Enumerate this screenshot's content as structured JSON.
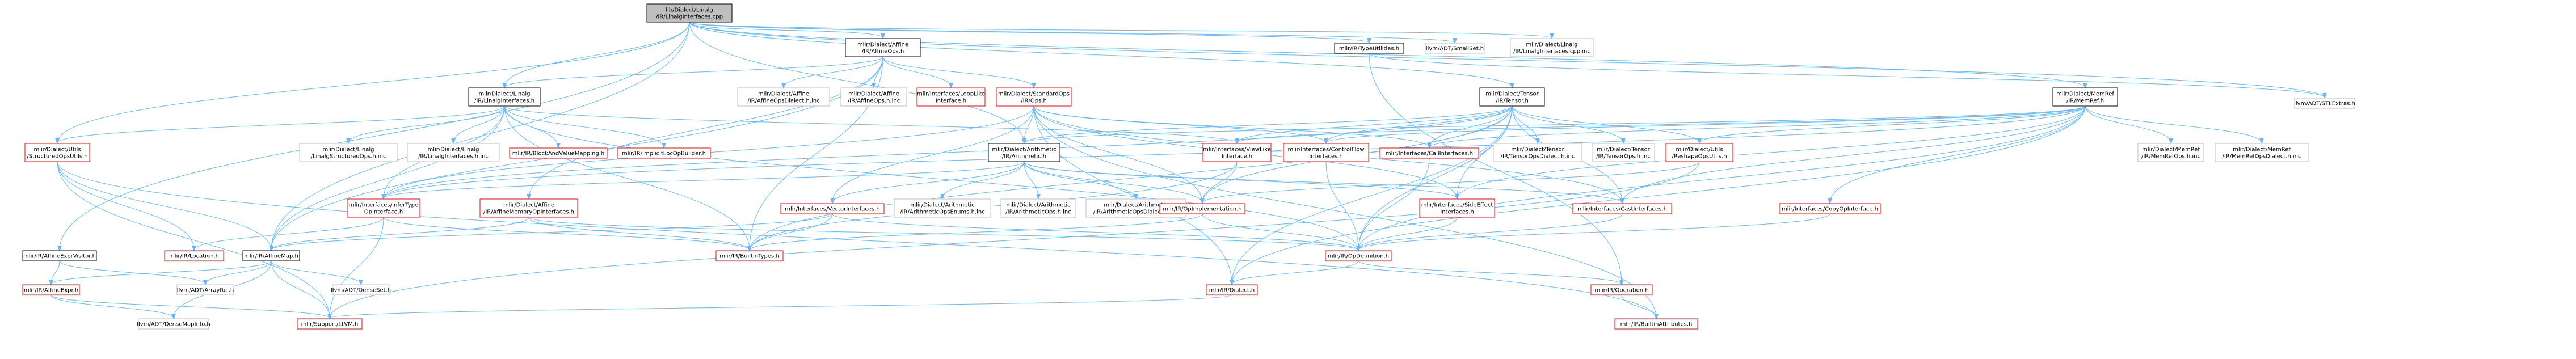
{
  "diagram": {
    "title": "mlir/Dialect/Linalg/IR/LinalgInterfaces.cpp include dependency graph",
    "colors": {
      "edge": "#63b8ff",
      "root_fill": "#bfbfbf",
      "bad_border": "#ff0000",
      "ext_border": "#bfbfbf"
    },
    "nodes": [
      {
        "id": "root",
        "kind": "root",
        "lines": [
          "lib/Dialect/Linalg",
          "/IR/LinalgInterfaces.cpp"
        ]
      },
      {
        "id": "affineops",
        "kind": "linked",
        "lines": [
          "mlir/Dialect/Affine",
          "/IR/AffineOps.h"
        ]
      },
      {
        "id": "typeutil",
        "kind": "linked",
        "lines": [
          "mlir/IR/TypeUtilities.h"
        ]
      },
      {
        "id": "smallset",
        "kind": "ext",
        "lines": [
          "llvm/ADT/SmallSet.h"
        ]
      },
      {
        "id": "lic_inc",
        "kind": "ext",
        "lines": [
          "mlir/Dialect/Linalg",
          "/IR/LinalgInterfaces.cpp.inc"
        ]
      },
      {
        "id": "tensor",
        "kind": "linked",
        "lines": [
          "mlir/Dialect/Tensor",
          "/IR/Tensor.h"
        ]
      },
      {
        "id": "memref",
        "kind": "linked",
        "lines": [
          "mlir/Dialect/MemRef",
          "/IR/MemRef.h"
        ]
      },
      {
        "id": "stlextras",
        "kind": "ext",
        "lines": [
          "llvm/ADT/STLExtras.h"
        ]
      },
      {
        "id": "utils",
        "kind": "bad",
        "lines": [
          "mlir/Dialect/Utils",
          "/StructuredOpsUtils.h"
        ]
      },
      {
        "id": "linalgif",
        "kind": "linked",
        "lines": [
          "mlir/Dialect/Linalg",
          "/IR/LinalgInterfaces.h"
        ]
      },
      {
        "id": "affdial_inc",
        "kind": "ext",
        "lines": [
          "mlir/Dialect/Affine",
          "/IR/AffineOpsDialect.h.inc"
        ]
      },
      {
        "id": "affops_inc",
        "kind": "ext",
        "lines": [
          "mlir/Dialect/Affine",
          "/IR/AffineOps.h.inc"
        ]
      },
      {
        "id": "looplike",
        "kind": "bad",
        "lines": [
          "mlir/Interfaces/LoopLike",
          "Interface.h"
        ]
      },
      {
        "id": "stdops",
        "kind": "bad",
        "lines": [
          "mlir/Dialect/StandardOps",
          "/IR/Ops.h"
        ]
      },
      {
        "id": "linstruct_inc",
        "kind": "ext",
        "lines": [
          "mlir/Dialect/Linalg",
          "/LinalgStructuredOps.h.inc"
        ]
      },
      {
        "id": "linif_inc",
        "kind": "ext",
        "lines": [
          "mlir/Dialect/Linalg",
          "/IR/LinalgInterfaces.h.inc"
        ]
      },
      {
        "id": "blockarg",
        "kind": "bad",
        "lines": [
          "mlir/IR/BlockAndValueMapping.h"
        ]
      },
      {
        "id": "implicitloc",
        "kind": "bad",
        "lines": [
          "mlir/IR/ImplicitLocOpBuilder.h"
        ]
      },
      {
        "id": "arith",
        "kind": "linked",
        "lines": [
          "mlir/Dialect/Arithmetic",
          "/IR/Arithmetic.h"
        ]
      },
      {
        "id": "viewlike",
        "kind": "bad",
        "lines": [
          "mlir/Interfaces/ViewLike",
          "Interface.h"
        ]
      },
      {
        "id": "controlflow",
        "kind": "bad",
        "lines": [
          "mlir/Interfaces/ControlFlow",
          "Interfaces.h"
        ]
      },
      {
        "id": "callif",
        "kind": "bad",
        "lines": [
          "mlir/Interfaces/CallInterfaces.h"
        ]
      },
      {
        "id": "tensorops_inc",
        "kind": "ext",
        "lines": [
          "mlir/Dialect/Tensor",
          "/IR/TensorOpsDialect.h.inc"
        ]
      },
      {
        "id": "tensorops_h_inc",
        "kind": "ext",
        "lines": [
          "mlir/Dialect/Tensor",
          "/IR/TensorOps.h.inc"
        ]
      },
      {
        "id": "reshape",
        "kind": "bad",
        "lines": [
          "mlir/Dialect/Utils",
          "/ReshapeOpsUtils.h"
        ]
      },
      {
        "id": "memrefops_inc",
        "kind": "ext",
        "lines": [
          "mlir/Dialect/MemRef",
          "/IR/MemRefOps.h.inc"
        ]
      },
      {
        "id": "memrefdial_inc",
        "kind": "ext",
        "lines": [
          "mlir/Dialect/MemRef",
          "/IR/MemRefOpsDialect.h.inc"
        ]
      },
      {
        "id": "infertype",
        "kind": "bad",
        "lines": [
          "mlir/Interfaces/InferType",
          "OpInterface.h"
        ]
      },
      {
        "id": "affmem",
        "kind": "bad",
        "lines": [
          "mlir/Dialect/Affine",
          "/IR/AffineMemoryOpInterfaces.h"
        ]
      },
      {
        "id": "vectorif",
        "kind": "bad",
        "lines": [
          "mlir/Interfaces/VectorInterfaces.h"
        ]
      },
      {
        "id": "arithenums_inc",
        "kind": "ext",
        "lines": [
          "mlir/Dialect/Arithmetic",
          "/IR/ArithmeticOpsEnums.h.inc"
        ]
      },
      {
        "id": "arithops_inc",
        "kind": "ext",
        "lines": [
          "mlir/Dialect/Arithmetic",
          "/IR/ArithmeticOps.h.inc"
        ]
      },
      {
        "id": "arithdial_inc",
        "kind": "ext",
        "lines": [
          "mlir/Dialect/Arithmetic",
          "/IR/ArithmeticOpsDialect.h.inc"
        ]
      },
      {
        "id": "opimpl",
        "kind": "bad",
        "lines": [
          "mlir/IR/OpImplementation.h"
        ]
      },
      {
        "id": "sideeffect",
        "kind": "bad",
        "lines": [
          "mlir/Interfaces/SideEffect",
          "Interfaces.h"
        ]
      },
      {
        "id": "castif",
        "kind": "bad",
        "lines": [
          "mlir/Interfaces/CastInterfaces.h"
        ]
      },
      {
        "id": "copyop",
        "kind": "bad",
        "lines": [
          "mlir/Interfaces/CopyOpInterface.h"
        ]
      },
      {
        "id": "affexprvisitor",
        "kind": "linked",
        "lines": [
          "mlir/IR/AffineExprVisitor.h"
        ]
      },
      {
        "id": "location",
        "kind": "bad",
        "lines": [
          "mlir/IR/Location.h"
        ]
      },
      {
        "id": "affmap",
        "kind": "linked",
        "lines": [
          "mlir/IR/AffineMap.h"
        ]
      },
      {
        "id": "builtintypes",
        "kind": "bad",
        "lines": [
          "mlir/IR/BuiltinTypes.h"
        ]
      },
      {
        "id": "opdef",
        "kind": "bad",
        "lines": [
          "mlir/IR/OpDefinition.h"
        ]
      },
      {
        "id": "affexpr",
        "kind": "bad",
        "lines": [
          "mlir/IR/AffineExpr.h"
        ]
      },
      {
        "id": "arrayref",
        "kind": "ext",
        "lines": [
          "llvm/ADT/ArrayRef.h"
        ]
      },
      {
        "id": "denseset",
        "kind": "ext",
        "lines": [
          "llvm/ADT/DenseSet.h"
        ]
      },
      {
        "id": "dialect",
        "kind": "bad",
        "lines": [
          "mlir/IR/Dialect.h"
        ]
      },
      {
        "id": "operation",
        "kind": "bad",
        "lines": [
          "mlir/IR/Operation.h"
        ]
      },
      {
        "id": "densemapinfo",
        "kind": "ext",
        "lines": [
          "llvm/ADT/DenseMapInfo.h"
        ]
      },
      {
        "id": "supportllvm",
        "kind": "bad",
        "lines": [
          "mlir/Support/LLVM.h"
        ]
      },
      {
        "id": "builtinattrs",
        "kind": "bad",
        "lines": [
          "mlir/IR/BuiltinAttributes.h"
        ]
      }
    ],
    "edges": [
      [
        "root",
        "affineops"
      ],
      [
        "root",
        "typeutil"
      ],
      [
        "root",
        "smallset"
      ],
      [
        "root",
        "lic_inc"
      ],
      [
        "root",
        "tensor"
      ],
      [
        "root",
        "memref"
      ],
      [
        "root",
        "arith"
      ],
      [
        "root",
        "utils"
      ],
      [
        "root",
        "linalgif"
      ],
      [
        "root",
        "affmap"
      ],
      [
        "root",
        "affexprvisitor"
      ],
      [
        "root",
        "stlextras"
      ],
      [
        "affineops",
        "linalgif"
      ],
      [
        "affineops",
        "affdial_inc"
      ],
      [
        "affineops",
        "affops_inc"
      ],
      [
        "affineops",
        "looplike"
      ],
      [
        "affineops",
        "stdops"
      ],
      [
        "affineops",
        "affmem"
      ],
      [
        "affineops",
        "builtintypes"
      ],
      [
        "affineops",
        "affmap"
      ],
      [
        "typeutil",
        "stlextras"
      ],
      [
        "typeutil",
        "operation"
      ],
      [
        "tensor",
        "arith"
      ],
      [
        "tensor",
        "viewlike"
      ],
      [
        "tensor",
        "controlflow"
      ],
      [
        "tensor",
        "callif"
      ],
      [
        "tensor",
        "tensorops_inc"
      ],
      [
        "tensor",
        "tensorops_h_inc"
      ],
      [
        "tensor",
        "reshape"
      ],
      [
        "tensor",
        "infertype"
      ],
      [
        "tensor",
        "opimpl"
      ],
      [
        "tensor",
        "sideeffect"
      ],
      [
        "tensor",
        "castif"
      ],
      [
        "tensor",
        "dialect"
      ],
      [
        "tensor",
        "builtintypes"
      ],
      [
        "tensor",
        "opdef"
      ],
      [
        "memref",
        "arith"
      ],
      [
        "memref",
        "viewlike"
      ],
      [
        "memref",
        "controlflow"
      ],
      [
        "memref",
        "callif"
      ],
      [
        "memref",
        "reshape"
      ],
      [
        "memref",
        "memrefops_inc"
      ],
      [
        "memref",
        "memrefdial_inc"
      ],
      [
        "memref",
        "copyop"
      ],
      [
        "memref",
        "sideeffect"
      ],
      [
        "memref",
        "castif"
      ],
      [
        "memref",
        "infertype"
      ],
      [
        "memref",
        "opdef"
      ],
      [
        "memref",
        "dialect"
      ],
      [
        "linalgif",
        "utils"
      ],
      [
        "linalgif",
        "linstruct_inc"
      ],
      [
        "linalgif",
        "linif_inc"
      ],
      [
        "linalgif",
        "blockarg"
      ],
      [
        "linalgif",
        "implicitloc"
      ],
      [
        "linalgif",
        "viewlike"
      ],
      [
        "linalgif",
        "infertype"
      ],
      [
        "linalgif",
        "builtintypes"
      ],
      [
        "linalgif",
        "affmap"
      ],
      [
        "linalgif",
        "opdef"
      ],
      [
        "stdops",
        "arith"
      ],
      [
        "stdops",
        "controlflow"
      ],
      [
        "stdops",
        "callif"
      ],
      [
        "stdops",
        "castif"
      ],
      [
        "stdops",
        "sideeffect"
      ],
      [
        "stdops",
        "vectorif"
      ],
      [
        "stdops",
        "infertype"
      ],
      [
        "stdops",
        "opimpl"
      ],
      [
        "stdops",
        "builtinattrs"
      ],
      [
        "stdops",
        "dialect"
      ],
      [
        "arith",
        "vectorif"
      ],
      [
        "arith",
        "arithenums_inc"
      ],
      [
        "arith",
        "arithops_inc"
      ],
      [
        "arith",
        "arithdial_inc"
      ],
      [
        "arith",
        "opimpl"
      ],
      [
        "arith",
        "sideeffect"
      ],
      [
        "arith",
        "castif"
      ],
      [
        "arith",
        "infertype"
      ],
      [
        "viewlike",
        "opimpl"
      ],
      [
        "viewlike",
        "builtintypes"
      ],
      [
        "controlflow",
        "opdef"
      ],
      [
        "callif",
        "opdef"
      ],
      [
        "reshape",
        "opimpl"
      ],
      [
        "reshape",
        "supportllvm"
      ],
      [
        "utils",
        "affmap"
      ],
      [
        "utils",
        "location"
      ],
      [
        "utils",
        "supportllvm"
      ],
      [
        "utils",
        "builtinattrs"
      ],
      [
        "infertype",
        "location"
      ],
      [
        "infertype",
        "builtintypes"
      ],
      [
        "infertype",
        "supportllvm"
      ],
      [
        "affmem",
        "affmap"
      ],
      [
        "affmem",
        "builtintypes"
      ],
      [
        "affmem",
        "opdef"
      ],
      [
        "vectorif",
        "affmap"
      ],
      [
        "vectorif",
        "builtintypes"
      ],
      [
        "vectorif",
        "opdef"
      ],
      [
        "opimpl",
        "builtintypes"
      ],
      [
        "opimpl",
        "opdef"
      ],
      [
        "sideeffect",
        "opdef"
      ],
      [
        "castif",
        "opdef"
      ],
      [
        "copyop",
        "opdef"
      ],
      [
        "affexprvisitor",
        "affexpr"
      ],
      [
        "affexprvisitor",
        "arrayref"
      ],
      [
        "affmap",
        "affexpr"
      ],
      [
        "affmap",
        "arrayref"
      ],
      [
        "affmap",
        "denseset"
      ],
      [
        "affmap",
        "densemapinfo"
      ],
      [
        "affmap",
        "supportllvm"
      ],
      [
        "opdef",
        "dialect"
      ],
      [
        "opdef",
        "operation"
      ],
      [
        "affexpr",
        "densemapinfo"
      ],
      [
        "affexpr",
        "supportllvm"
      ],
      [
        "dialect",
        "supportllvm"
      ],
      [
        "operation",
        "builtinattrs"
      ]
    ]
  }
}
